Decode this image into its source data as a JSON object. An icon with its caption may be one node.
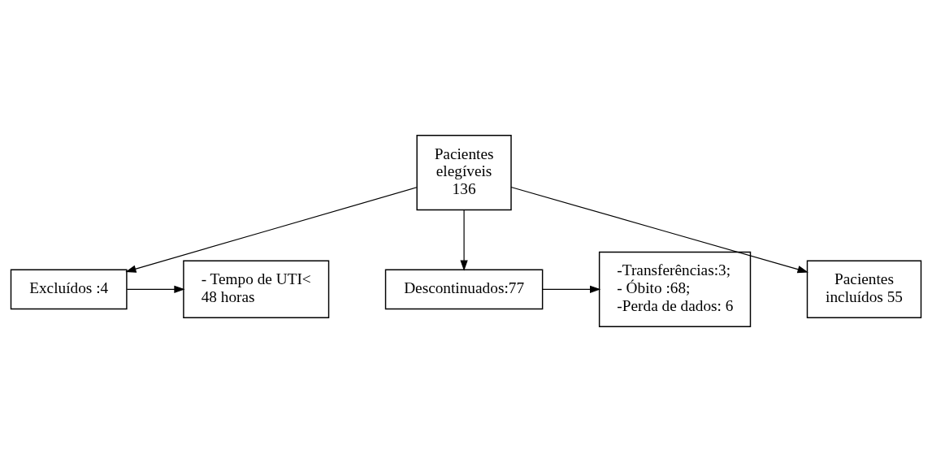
{
  "diagram": {
    "nodes": [
      {
        "text": [
          "Pacientes elegíveis 136"
        ]
      },
      {
        "text": [
          "Excluídos :4"
        ]
      },
      {
        "text": [
          "- Tempo de UTI< 48 horas"
        ]
      },
      {
        "text": [
          "Descontinuados:77"
        ]
      },
      {
        "text": [
          "-Transferências:3;",
          "- Óbito :68;",
          "-Perda de dados: 6"
        ]
      },
      {
        "text": [
          "Pacientes incluídos 55"
        ]
      }
    ],
    "edges": [
      {
        "from": 0,
        "to": 5,
        "arrow": "to"
      },
      {
        "from": 0,
        "to": 1,
        "arrow": "to"
      },
      {
        "from": 0,
        "to": 3,
        "arrow": "to"
      },
      {
        "from": 1,
        "to": 2,
        "arrow": "to"
      },
      {
        "from": 3,
        "to": 4,
        "arrow": "to"
      }
    ]
  }
}
